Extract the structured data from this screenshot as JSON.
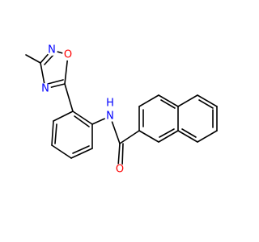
{
  "colors": {
    "carbon_bond": "#000000",
    "nitrogen": "#0000ff",
    "oxygen": "#ff0000",
    "background": "#ffffff"
  },
  "atoms": [
    {
      "id": "n_oxadiazole_top",
      "element": "N",
      "label": "N"
    },
    {
      "id": "o_oxadiazole",
      "element": "O",
      "label": "O"
    },
    {
      "id": "n_oxadiazole_left",
      "element": "N",
      "label": "N"
    },
    {
      "id": "n_amide",
      "element": "N",
      "label": "N"
    },
    {
      "id": "h_amide",
      "element": "H",
      "label": "H"
    },
    {
      "id": "o_carbonyl",
      "element": "O",
      "label": "O"
    }
  ]
}
